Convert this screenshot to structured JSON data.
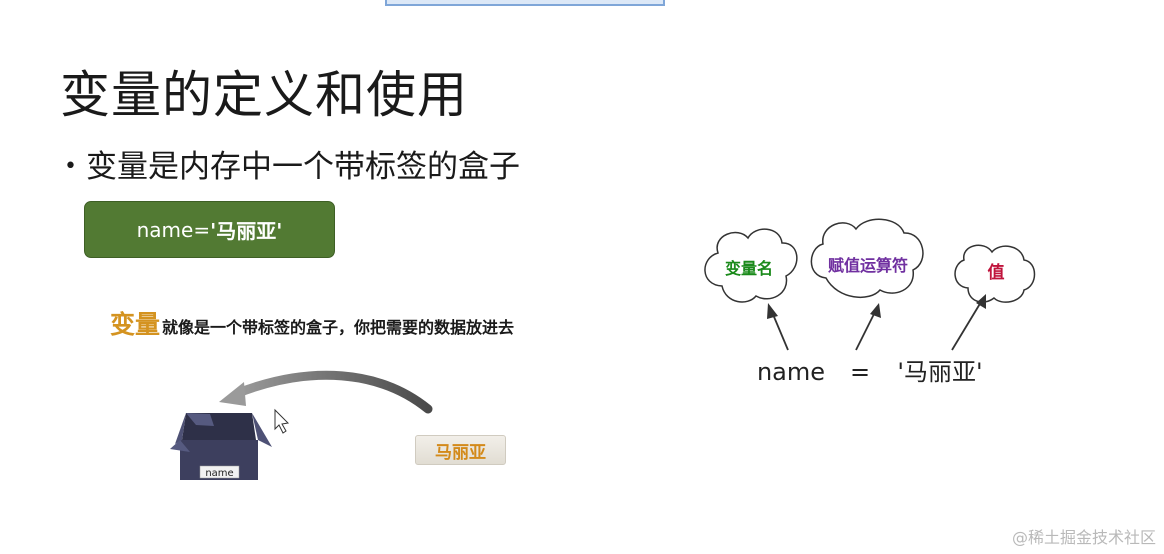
{
  "slide": {
    "title": "变量的定义和使用",
    "bullet": "变量是内存中一个带标签的盒子"
  },
  "code_box": {
    "prefix": "name=",
    "value": "'马丽亚'"
  },
  "illustration": {
    "caption_strong": "变量",
    "caption_rest": "就像是一个带标签的盒子，你把需要的数据放进去",
    "box_label": "name",
    "tag_text": "马丽亚"
  },
  "diagram": {
    "cloud_name": "变量名",
    "cloud_operator": "赋值运算符",
    "cloud_value": "值",
    "expr_name": "name",
    "expr_operator": "=",
    "expr_value": "'马丽亚'",
    "colors": {
      "name": "#1a8a1a",
      "operator": "#7030a0",
      "value": "#c0143c"
    }
  },
  "watermark": "@稀土掘金技术社区"
}
